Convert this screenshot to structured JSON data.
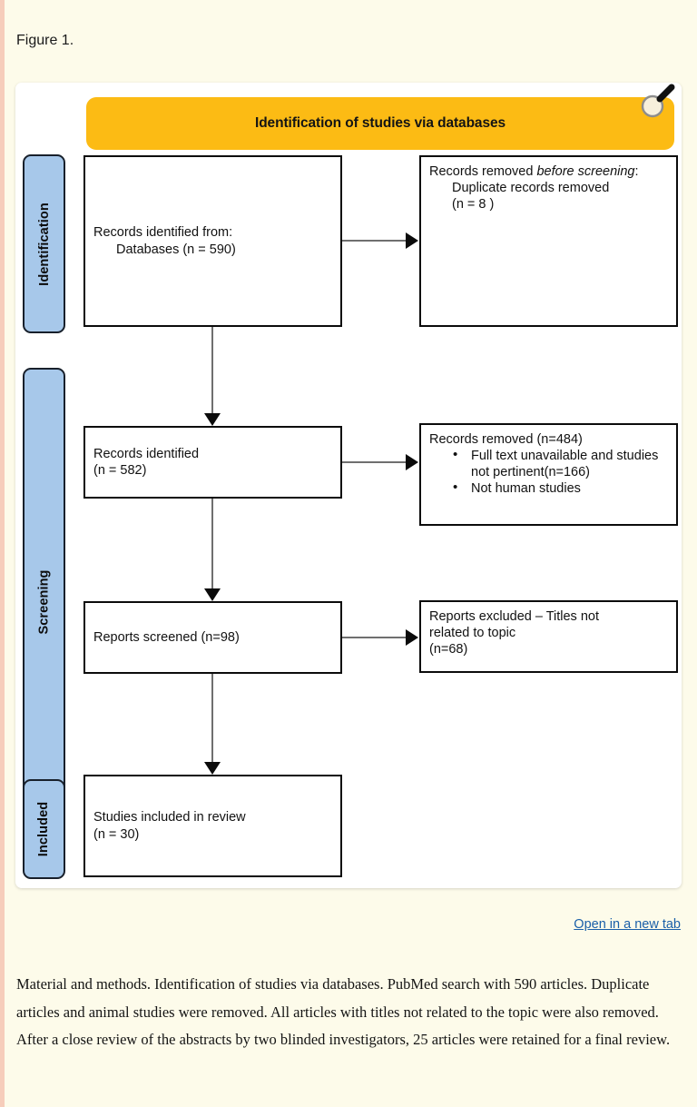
{
  "page": {
    "figure_label": "Figure 1.",
    "background_color": "#fdfbea",
    "edge_stripe_color": "#f6cdbb"
  },
  "figure": {
    "panel_background": "#ffffff",
    "magnifier_icon": "magnifier-zoom-icon",
    "header": {
      "title": "Identification of studies via databases",
      "background_color": "#fcbb14",
      "text_color": "#141414"
    },
    "stages": [
      {
        "id": "identification",
        "label": "Identification",
        "color": "#a7c8ea"
      },
      {
        "id": "screening",
        "label": "Screening",
        "color": "#a7c8ea"
      },
      {
        "id": "included",
        "label": "Included",
        "color": "#a7c8ea"
      }
    ],
    "boxes": {
      "identified_from": {
        "line1": "Records identified from:",
        "line2": "Databases (n = 590)"
      },
      "removed_before_screening": {
        "line1_prefix": "Records removed ",
        "line1_italic": "before screening",
        "line1_suffix": ":",
        "line2": "Duplicate records removed",
        "line3": "(n = 8 )"
      },
      "records_identified": {
        "line1": "Records identified",
        "line2": "(n = 582)"
      },
      "records_removed": {
        "heading": "Records removed (n=484)",
        "bullets": [
          "Full text unavailable and studies not pertinent(n=166)",
          "Not human studies"
        ]
      },
      "reports_screened": {
        "line1": "Reports screened (n=98)"
      },
      "reports_excluded": {
        "line1": "Reports excluded – Titles not",
        "line2": "related to topic",
        "line3": "(n=68)"
      },
      "studies_included": {
        "line1": "Studies included in review",
        "line2": "(n = 30)"
      }
    }
  },
  "links": {
    "open_new_tab": "Open in a new tab",
    "link_color": "#1a5fa8"
  },
  "caption": {
    "text": "Material and methods. Identification of studies via databases. PubMed search with 590 articles. Duplicate articles and animal studies were removed. All articles with titles not related to the topic were also removed. After a close review of the abstracts by two blinded investigators, 25 articles were retained for a final review."
  }
}
